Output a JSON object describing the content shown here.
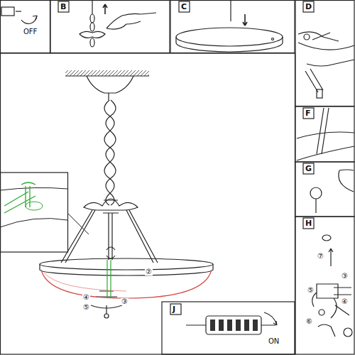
{
  "diagram": {
    "labels": [
      "OFF",
      "B",
      "C",
      "D",
      "F",
      "G",
      "H",
      "J",
      "ON",
      "②",
      "③",
      "④",
      "⑤",
      "⑦",
      "③",
      "⑤",
      "④",
      "⑥"
    ]
  }
}
